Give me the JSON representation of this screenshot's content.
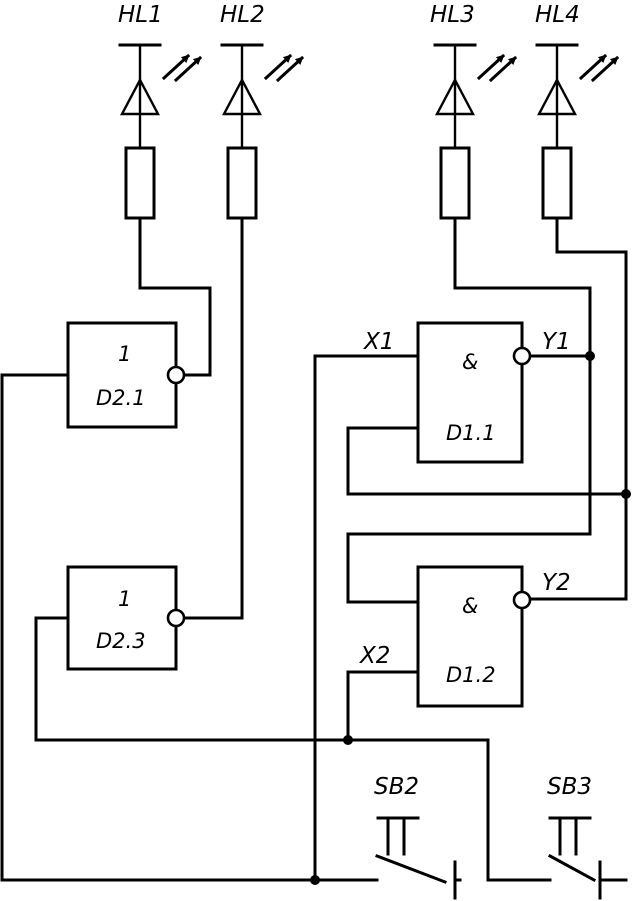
{
  "leds": [
    {
      "ref": "HL1"
    },
    {
      "ref": "HL2"
    },
    {
      "ref": "HL3"
    },
    {
      "ref": "HL4"
    }
  ],
  "gates": {
    "d21": {
      "symbol": "1",
      "name": "D2.1"
    },
    "d23": {
      "symbol": "1",
      "name": "D2.3"
    },
    "d11": {
      "symbol": "&",
      "name": "D1.1"
    },
    "d12": {
      "symbol": "&",
      "name": "D1.2"
    }
  },
  "nets": {
    "x1": "X1",
    "y1": "Y1",
    "x2": "X2",
    "y2": "Y2"
  },
  "switches": {
    "sb2": "SB2",
    "sb3": "SB3"
  }
}
